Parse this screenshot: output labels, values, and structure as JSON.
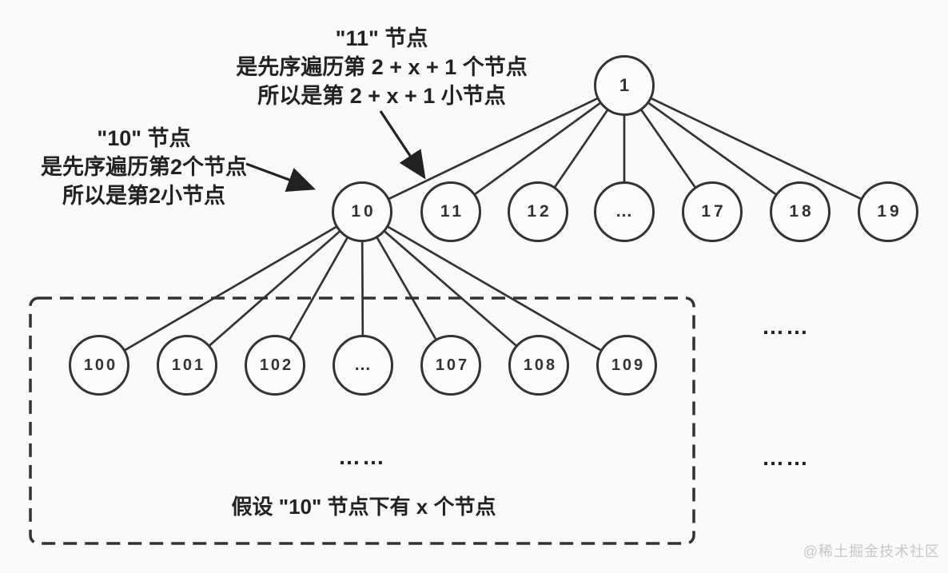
{
  "canvas": {
    "background": "#fafafa",
    "stroke_color": "#333333",
    "text_color": "#222222",
    "watermark_color": "#c8c8c8"
  },
  "annotations": {
    "node11": {
      "lines": [
        "\"11\" 节点",
        "是先序遍历第 2 + x + 1 个节点",
        "所以是第 2 + x + 1 小节点"
      ]
    },
    "node10": {
      "lines": [
        "\"10\" 节点",
        "是先序遍历第2个节点",
        "所以是第2小节点"
      ]
    },
    "box_caption": "假设 \"10\" 节点下有 x 个节点",
    "box_ellipsis": "……",
    "right_ellipsis_top": "……",
    "right_ellipsis_bottom": "……"
  },
  "tree": {
    "root": {
      "label": "1"
    },
    "level1": [
      {
        "label": "10"
      },
      {
        "label": "11"
      },
      {
        "label": "12"
      },
      {
        "label": "..."
      },
      {
        "label": "17"
      },
      {
        "label": "18"
      },
      {
        "label": "19"
      }
    ],
    "level2": [
      {
        "label": "100"
      },
      {
        "label": "101"
      },
      {
        "label": "102"
      },
      {
        "label": "..."
      },
      {
        "label": "107"
      },
      {
        "label": "108"
      },
      {
        "label": "109"
      }
    ]
  },
  "watermark": "@稀土掘金技术社区"
}
